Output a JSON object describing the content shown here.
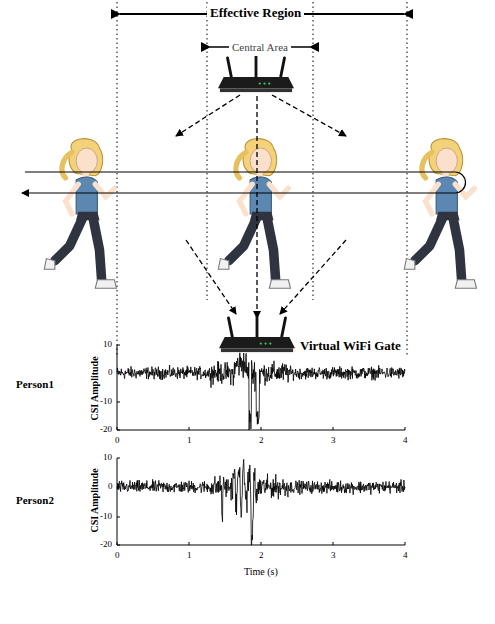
{
  "diagram": {
    "labels": [
      "Effective Region",
      "Central Area",
      "Virtual WiFi Gate",
      "Person1",
      "CSI Amplitude",
      "10",
      "0",
      "-10",
      "-20",
      "0",
      "1",
      "2",
      "3",
      "4",
      "Person2",
      "CSI Amplitude",
      "10",
      "0",
      "-10",
      "-20",
      "0",
      "1",
      "2",
      "3",
      "4",
      "Time (s)"
    ]
  }
}
